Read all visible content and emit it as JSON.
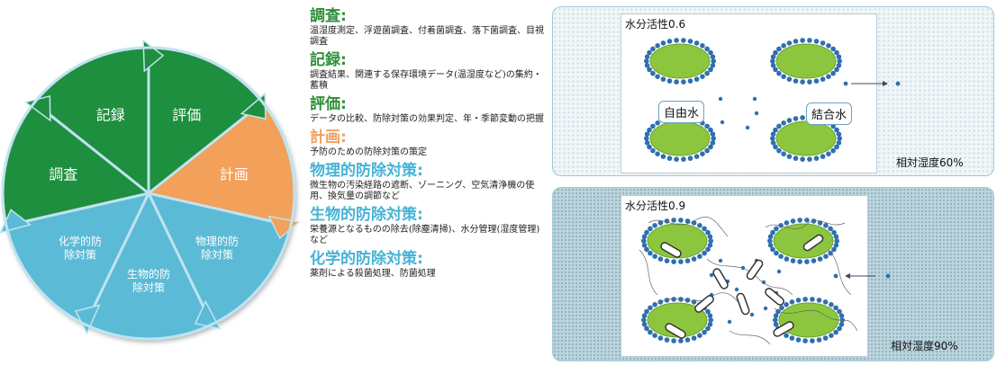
{
  "wheel": {
    "segments": [
      {
        "label": "評価",
        "color": "#1e8f3e"
      },
      {
        "label": "計画",
        "color": "#f3a05a"
      },
      {
        "label": "物理的防除対策",
        "color": "#5bbad6"
      },
      {
        "label": "生物的防除対策",
        "color": "#5bbad6"
      },
      {
        "label": "化学的防除対策",
        "color": "#5bbad6"
      },
      {
        "label": "調査",
        "color": "#1e8f3e"
      },
      {
        "label": "記録",
        "color": "#1e8f3e"
      }
    ]
  },
  "legend": [
    {
      "title": "調査:",
      "desc": "温湿度測定、浮遊菌調査、付着菌調査、落下菌調査、目視調査",
      "color": "#2f8f3a"
    },
    {
      "title": "記録:",
      "desc": "調査結果、関連する保存環境データ(温湿度など)の集約・蓄積",
      "color": "#2f8f3a"
    },
    {
      "title": "評価:",
      "desc": "データの比較、防除対策の効果判定、年・季節変動の把握",
      "color": "#2f8f3a"
    },
    {
      "title": "計画:",
      "desc": "予防のための防除対策の策定",
      "color": "#f0a060"
    },
    {
      "title": "物理的防除対策:",
      "desc": "微生物の汚染経路の遮断、ゾーニング、空気清浄機の使用、換気量の調節など",
      "color": "#45b3d6"
    },
    {
      "title": "生物的防除対策:",
      "desc": "栄養源となるものの除去(除塵清掃)、水分管理(湿度管理)など",
      "color": "#45b3d6"
    },
    {
      "title": "化学的防除対策:",
      "desc": "薬剤による殺菌処理、防菌処理",
      "color": "#45b3d6"
    }
  ],
  "panels": {
    "top": {
      "title": "水分活性0.6",
      "humidity": "相対湿度60%",
      "free_water": "自由水",
      "bound_water": "結合水"
    },
    "bottom": {
      "title": "水分活性0.9",
      "humidity": "相対湿度90%"
    }
  }
}
